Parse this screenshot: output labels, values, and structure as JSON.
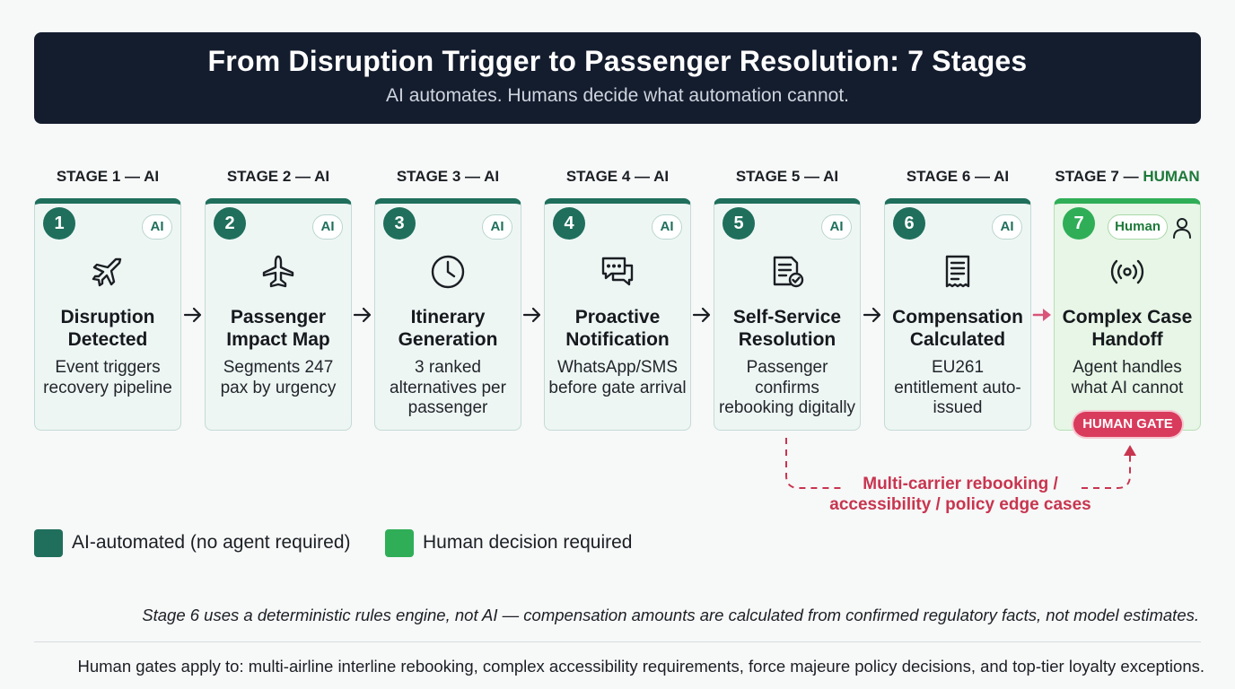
{
  "header": {
    "title": "From Disruption Trigger to Passenger Resolution: 7 Stages",
    "subtitle": "AI automates. Humans decide what automation cannot."
  },
  "stages": [
    {
      "label": "STAGE 1 — AI",
      "number": "1",
      "tag": "AI",
      "icon": "plane-icon",
      "name": "Disruption Detected",
      "description": "Event triggers recovery pipeline",
      "type": "ai"
    },
    {
      "label": "STAGE 2 — AI",
      "number": "2",
      "tag": "AI",
      "icon": "airplane-topdown-icon",
      "name": "Passenger Impact Map",
      "description": "Segments 247 pax by urgency",
      "type": "ai"
    },
    {
      "label": "STAGE 3 — AI",
      "number": "3",
      "tag": "AI",
      "icon": "clock-icon",
      "name": "Itinerary Generation",
      "description": "3 ranked alternatives per passenger",
      "type": "ai"
    },
    {
      "label": "STAGE 4 — AI",
      "number": "4",
      "tag": "AI",
      "icon": "chat-bubbles-icon",
      "name": "Proactive Notification",
      "description": "WhatsApp/SMS before gate arrival",
      "type": "ai"
    },
    {
      "label": "STAGE 5 — AI",
      "number": "5",
      "tag": "AI",
      "icon": "document-check-icon",
      "name": "Self-Service Resolution",
      "description": "Passenger confirms rebooking digitally",
      "type": "ai"
    },
    {
      "label": "STAGE 6 — AI",
      "number": "6",
      "tag": "AI",
      "icon": "receipt-icon",
      "name": "Compensation Calculated",
      "description": "EU261 entitlement auto-issued",
      "type": "ai"
    },
    {
      "label_prefix": "STAGE 7 — ",
      "label_suffix": "HUMAN",
      "number": "7",
      "tag": "Human",
      "icon": "broadcast-icon",
      "name": "Complex Case Handoff",
      "description": "Agent handles what AI cannot",
      "type": "human"
    }
  ],
  "human_gate": "HUMAN GATE",
  "escalation": {
    "line1": "Multi-carrier rebooking /",
    "line2": "accessibility / policy edge cases"
  },
  "legend": {
    "ai": "AI-automated (no agent required)",
    "human": "Human decision required"
  },
  "colors": {
    "ai": "#1f6f5c",
    "human": "#2fae57",
    "gate": "#d93b5c",
    "header_bg": "#141d2e"
  },
  "note": "Stage 6 uses a deterministic rules engine, not AI — compensation amounts are calculated from confirmed regulatory facts, not model estimates.",
  "footer": "Human gates apply to: multi-airline interline rebooking, complex accessibility requirements, force majeure policy decisions, and top-tier loyalty exceptions."
}
